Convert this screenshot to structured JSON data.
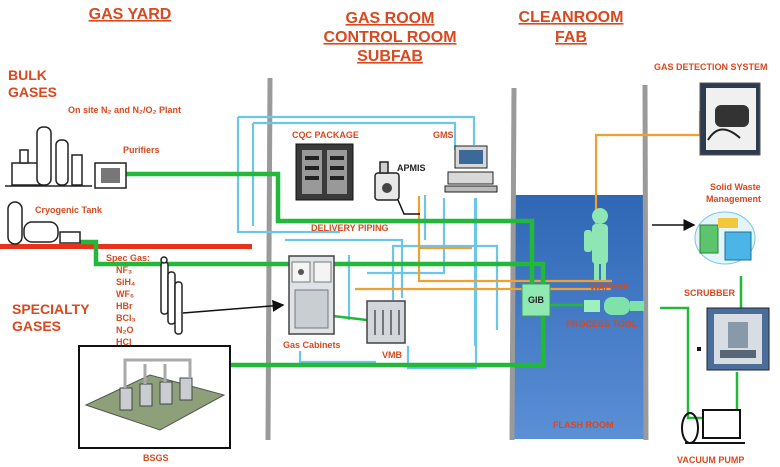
{
  "headings": {
    "gas_yard": "GAS YARD",
    "gas_room": "GAS ROOM",
    "control_room": "CONTROL ROOM",
    "subfab": "SUBFAB",
    "cleanroom": "CLEANROOM",
    "fab": "FAB"
  },
  "labels": {
    "bulk_gases_1": "BULK",
    "bulk_gases_2": "GASES",
    "onsite_plant": "On site N₂ and N₂/O₂ Plant",
    "purifiers": "Purifiers",
    "cryogenic_tank": "Cryogenic Tank",
    "spec_gas": "Spec Gas:",
    "specialty_1": "SPECIALTY",
    "specialty_2": "GASES",
    "cqc_package": "CQC PACKAGE",
    "gms": "GMS",
    "apmis": "APMIS",
    "delivery_piping": "DELIVERY PIPING",
    "gas_cabinets": "Gas Cabinets",
    "vmb": "VMB",
    "bsgs": "BSGS",
    "gib": "GIB",
    "wafers": "WAFERS",
    "process_tool": "PROCESS TOOL",
    "flash_room": "FLASH ROOM",
    "gas_detection": "GAS DETECTION SYSTEM",
    "solid_waste_1": "Solid Waste",
    "solid_waste_2": "Management",
    "scrubber": "SCRUBBER",
    "vacuum_pump": "VACUUM PUMP"
  },
  "spec_gases": [
    "NF₃",
    "SiH₄",
    "WF₆",
    "HBr",
    "BCl₃",
    "N₂O",
    "HCl"
  ],
  "colors": {
    "label": "#d9481f",
    "green_line": "#22b83a",
    "blue_line": "#6cc6ea",
    "orange_line": "#f0a030",
    "red_bar": "#e8331c",
    "partition": "#9a9a9a",
    "cleanroom_fill": "#3e79c4"
  }
}
